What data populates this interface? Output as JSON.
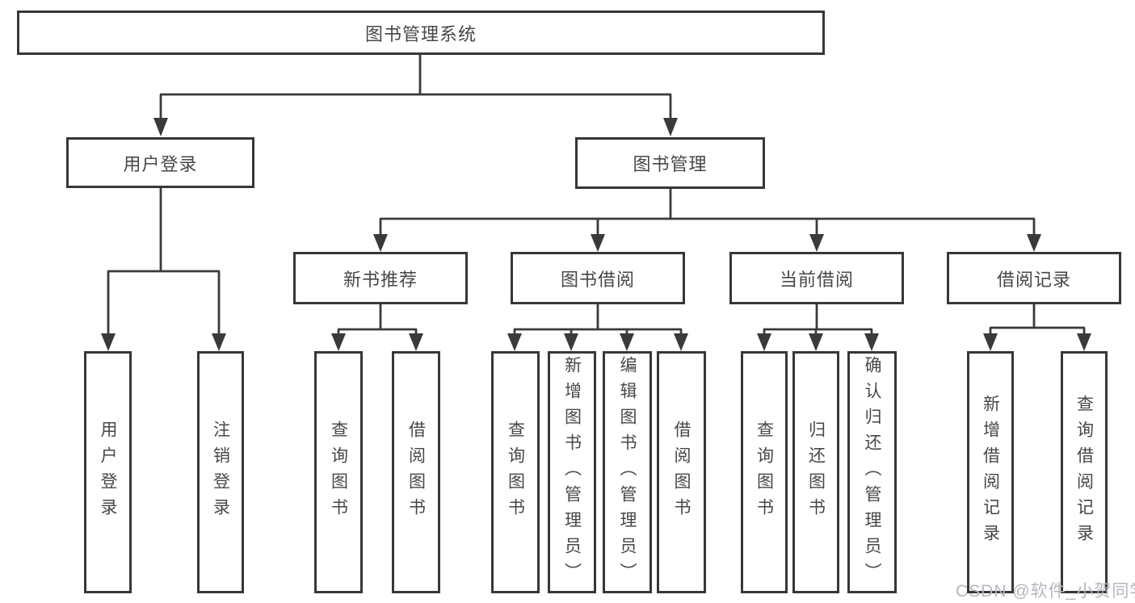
{
  "diagram": {
    "title": "图书管理系统",
    "root": "图书管理系统",
    "branches": [
      {
        "label": "用户登录",
        "children": [
          "用户登录",
          "注销登录"
        ]
      },
      {
        "label": "图书管理",
        "groups": [
          {
            "label": "新书推荐",
            "children": [
              "查询图书",
              "借阅图书"
            ]
          },
          {
            "label": "图书借阅",
            "children": [
              "查询图书",
              "新增图书（管理员）",
              "编辑图书（管理员）",
              "借阅图书"
            ]
          },
          {
            "label": "当前借阅",
            "children": [
              "查询图书",
              "归还图书",
              "确认归还（管理员）"
            ]
          },
          {
            "label": "借阅记录",
            "children": [
              "新增借阅记录",
              "查询借阅记录"
            ]
          }
        ]
      }
    ]
  },
  "watermark": "CSDN @软件_小贺同学",
  "colors": {
    "line": "#3a3a3a",
    "box_border": "#373737",
    "text": "#474747",
    "watermark": "#b3b7be",
    "background": "#ffffff"
  }
}
